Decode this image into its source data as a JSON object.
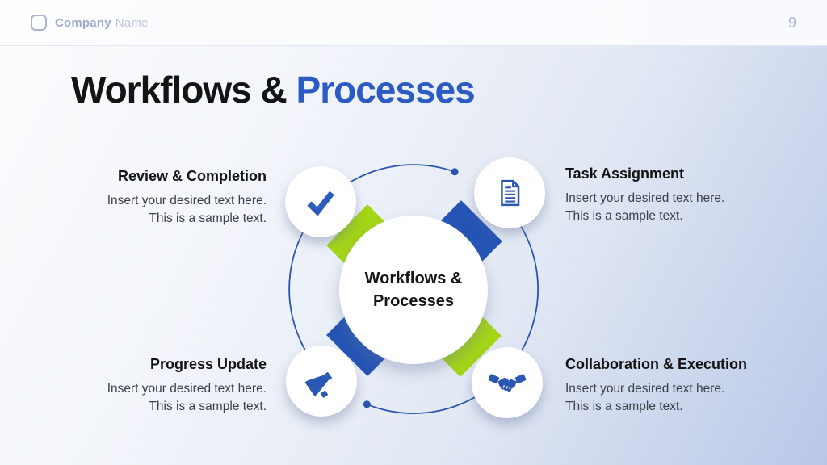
{
  "header": {
    "company_bold": "Company",
    "company_light": "Name",
    "page_number": "9"
  },
  "title": {
    "black_part": "Workflows &",
    "blue_part": "Processes"
  },
  "center_circle": {
    "line1": "Workflows &",
    "line2": "Processes"
  },
  "items": [
    {
      "title": "Review & Completion",
      "body_line1": "Insert your desired text here.",
      "body_line2": "This is a sample text.",
      "icon": "checkmark-icon",
      "ribbon_color": "#a5d616",
      "position": "top-left"
    },
    {
      "title": "Task Assignment",
      "body_line1": "Insert your desired text here.",
      "body_line2": "This is a sample text.",
      "icon": "document-icon",
      "ribbon_color": "#2454b5",
      "position": "top-right"
    },
    {
      "title": "Progress Update",
      "body_line1": "Insert your desired text here.",
      "body_line2": "This is a sample text.",
      "icon": "megaphone-icon",
      "ribbon_color": "#2454b5",
      "position": "bottom-left"
    },
    {
      "title": "Collaboration & Execution",
      "body_line1": "Insert your desired text here.",
      "body_line2": "This is a sample text.",
      "icon": "handshake-icon",
      "ribbon_color": "#a5d616",
      "position": "bottom-right"
    }
  ],
  "colors": {
    "title_accent_blue": "#2d5bc4",
    "ribbon_blue": "#2454b5",
    "ribbon_green": "#a5d616",
    "icon_blue": "#2a56b4",
    "ring_blue": "#2a54b0",
    "header_muted": "#a9b4ce",
    "background_bottom_right": "#b9c8e8"
  }
}
